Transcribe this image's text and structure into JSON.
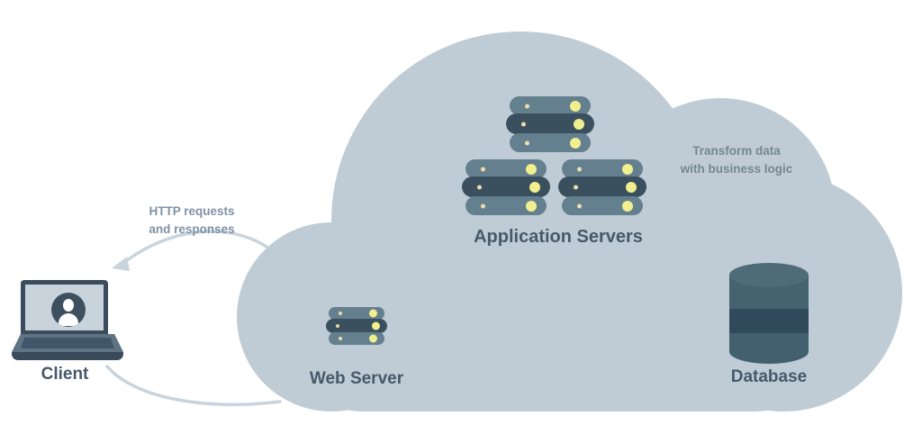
{
  "colors": {
    "cloud": "#bfccd5",
    "server_bar_light": "#64808f",
    "server_bar_dark": "#3b505e",
    "led_large": "#f1ef8e",
    "led_small": "#ecdcae",
    "database_top": "#4e6b77",
    "database_band_light": "#45626f",
    "database_band_dark": "#314a5b",
    "laptop_frame": "#3b4c5c",
    "laptop_screen": "#c9d3db",
    "arrow": "#c7d4dd",
    "node_label": "#47596a",
    "annotation_http": "#7e93a6",
    "annotation_transform": "#75878f"
  },
  "nodes": {
    "client": {
      "label": "Client"
    },
    "web_server": {
      "label": "Web Server"
    },
    "application_servers": {
      "label": "Application Servers"
    },
    "database": {
      "label": "Database"
    }
  },
  "annotations": {
    "http": {
      "line1": "HTTP requests",
      "line2": "and responses"
    },
    "transform": {
      "line1": "Transform data",
      "line2": "with business logic"
    }
  }
}
